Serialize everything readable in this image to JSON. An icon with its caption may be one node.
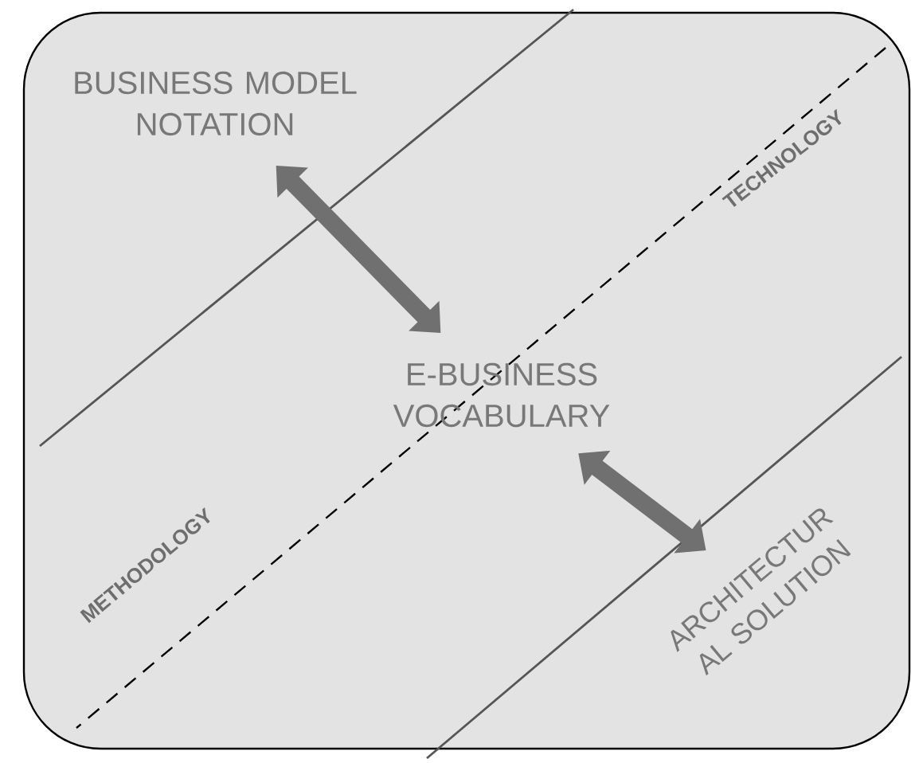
{
  "diagram": {
    "nodes": [
      {
        "text": [
          "BUSINESS MODEL NOTATION"
        ]
      },
      {
        "text": [
          "E-BUSINESS VOCABULARY"
        ]
      },
      {
        "text": [
          "ARCHITECTUR AL SOLUTION"
        ]
      }
    ],
    "edges": [
      {
        "from": 0,
        "to": 1,
        "arrow": "both"
      },
      {
        "from": 1,
        "to": 2,
        "arrow": "both"
      }
    ],
    "labels": [
      "TECHNOLOGY",
      "METHODOLOGY"
    ]
  }
}
